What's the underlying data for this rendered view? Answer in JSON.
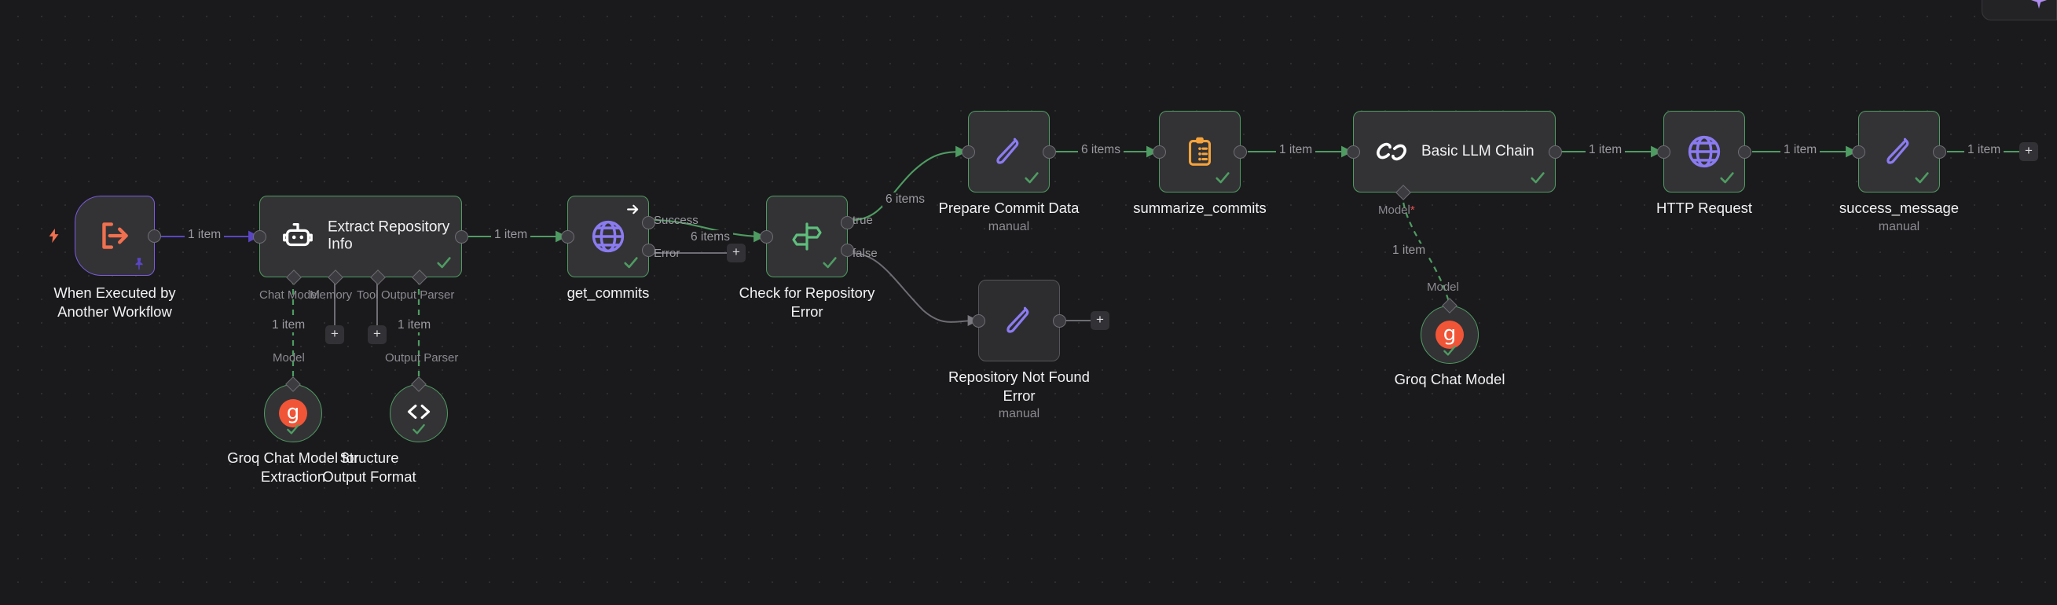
{
  "canvas": {
    "background_color": "#1a1a1c",
    "grid_dot_color": "#2e2e31",
    "accent_success": "#4f9c62",
    "accent_trigger": "#7c5ce0",
    "accent_groq": "#f05537",
    "edge_active_color": "#4f9c62",
    "edge_inactive_color": "#6d6d73",
    "edge_trigger_color": "#5b45c4"
  },
  "ai_panel": {
    "icon": "sparkle-ai-icon"
  },
  "nodes": {
    "trigger": {
      "title": "When Executed by Another Workflow",
      "icon": "workflow-trigger-arrow-icon",
      "pin_icon": "pin-icon",
      "bolt_icon": "lightning-bolt-icon"
    },
    "extract_repository_info": {
      "title": "Extract Repository Info",
      "icon": "ai-agent-robot-icon",
      "status": "success",
      "ports": [
        {
          "label": "Chat Model"
        },
        {
          "label": "Memory"
        },
        {
          "label": "Tool"
        },
        {
          "label": "Output Parser"
        }
      ]
    },
    "groq_chat_model_extraction": {
      "title": "Groq Chat Model for Extraction",
      "icon": "groq-logo-icon",
      "port_label": "Model",
      "edge_label": "1 item",
      "status": "success"
    },
    "structure_output_format": {
      "title": "Structure Output Format",
      "icon": "code-brackets-icon",
      "port_label": "Output Parser",
      "edge_label": "1 item",
      "status": "success"
    },
    "get_commits": {
      "title": "get_commits",
      "icon": "globe-http-icon",
      "tool_icon": "arrow-right-icon",
      "status": "success",
      "outputs": [
        {
          "label": "Success"
        },
        {
          "label": "Error"
        }
      ]
    },
    "check_for_repository_error": {
      "title": "Check for Repository Error",
      "icon": "signpost-if-icon",
      "status": "success",
      "outputs": [
        {
          "label": "true"
        },
        {
          "label": "false"
        }
      ]
    },
    "prepare_commit_data": {
      "title": "Prepare Commit Data",
      "subtitle": "manual",
      "icon": "edit-fields-pen-icon",
      "status": "success"
    },
    "repository_not_found_error": {
      "title": "Repository Not Found Error",
      "subtitle": "manual",
      "icon": "edit-fields-pen-icon",
      "status": "inactive"
    },
    "summarize_commits": {
      "title": "summarize_commits",
      "icon": "clipboard-list-icon",
      "status": "success"
    },
    "basic_llm_chain": {
      "title": "Basic LLM Chain",
      "icon": "chain-link-icon",
      "status": "success",
      "port_label": "Model",
      "port_required": true
    },
    "groq_chat_model": {
      "title": "Groq Chat Model",
      "icon": "groq-logo-icon",
      "port_label": "Model",
      "edge_label": "1 item",
      "status": "success"
    },
    "http_request": {
      "title": "HTTP Request",
      "icon": "globe-http-icon",
      "status": "success"
    },
    "success_message": {
      "title": "success_message",
      "subtitle": "manual",
      "icon": "edit-fields-pen-icon",
      "status": "success"
    }
  },
  "edges": {
    "trigger_to_extract": "1 item",
    "extract_to_get_commits": "1 item",
    "get_commits_to_check": "6 items",
    "check_true_to_prepare": "6 items",
    "prepare_to_summarize": "6 items",
    "summarize_to_llm": "1 item",
    "llm_to_http": "1 item",
    "http_to_success": "1 item",
    "success_to_stub": "1 item"
  },
  "stub_button_label": "+"
}
